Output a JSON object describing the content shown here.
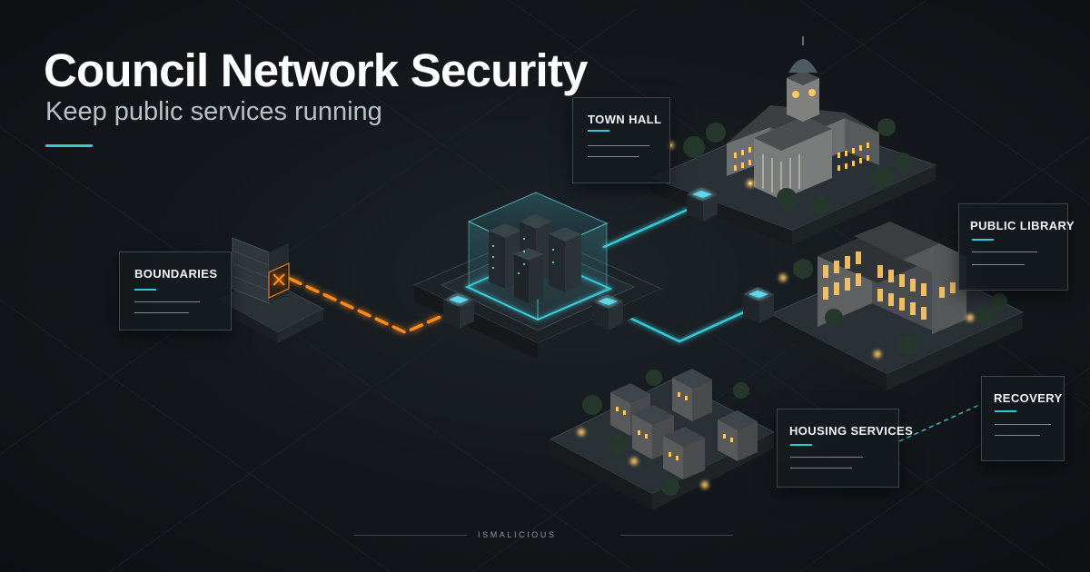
{
  "header": {
    "title": "Council Network Security",
    "subtitle": "Keep public services running"
  },
  "nodes": {
    "boundaries": "BOUNDARIES",
    "town_hall": "TOWN HALL",
    "public_library": "PUBLIC LIBRARY",
    "housing_services": "HOUSING SERVICES",
    "recovery": "RECOVERY"
  },
  "footer": {
    "brand": "ISMALICIOUS"
  },
  "colors": {
    "background": "#14181c",
    "accent_cyan": "#35c8d8",
    "threat_orange": "#ff8a1e",
    "card_bg": "#141a1f",
    "window_glow": "#ffc766"
  }
}
